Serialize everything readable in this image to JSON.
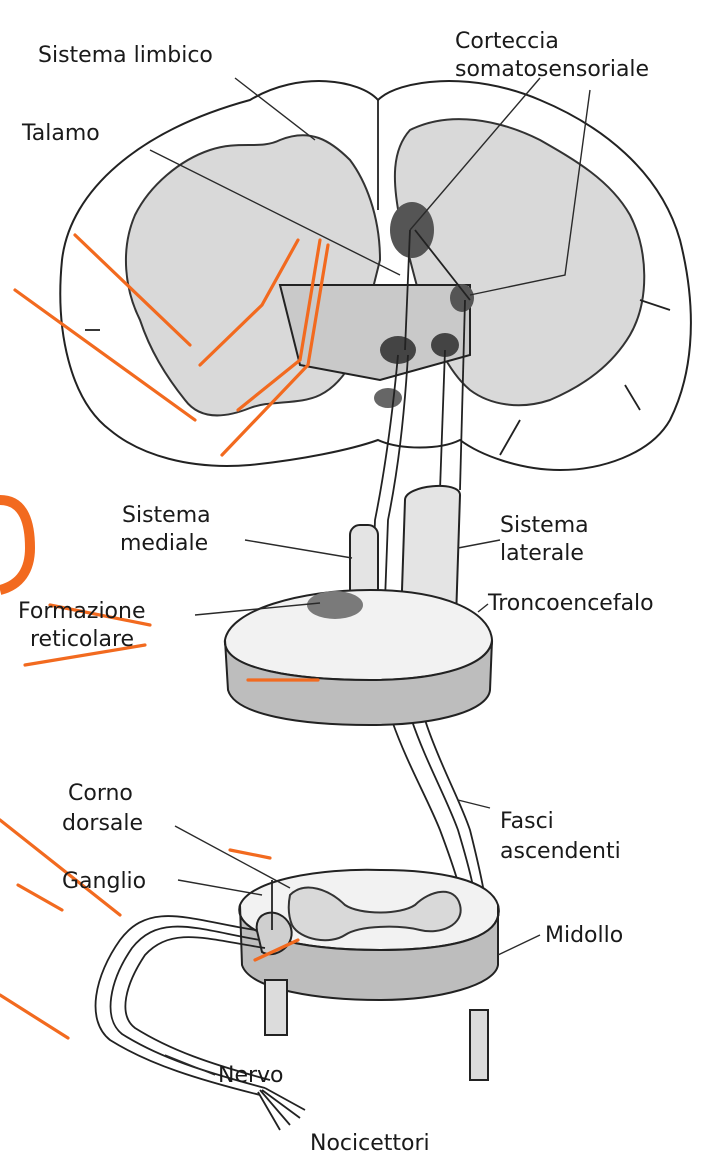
{
  "labels": {
    "sistema_limbico": "Sistema limbico",
    "corteccia_1": "Corteccia",
    "corteccia_2": "somatosensoriale",
    "talamo": "Talamo",
    "sistema_mediale_1": "Sistema",
    "sistema_mediale_2": "mediale",
    "sistema_laterale_1": "Sistema",
    "sistema_laterale_2": "laterale",
    "formazione_1": "Formazione",
    "formazione_2": "reticolare",
    "troncoencefalo": "Troncoencefalo",
    "corno_1": "Corno",
    "corno_2": "dorsale",
    "fasci_1": "Fasci",
    "fasci_2": "ascendenti",
    "ganglio": "Ganglio",
    "midollo": "Midollo",
    "nervo": "Nervo",
    "nocicettori": "Nocicettori"
  },
  "colors": {
    "annotation": "#f26a1f",
    "ink": "#222222"
  }
}
